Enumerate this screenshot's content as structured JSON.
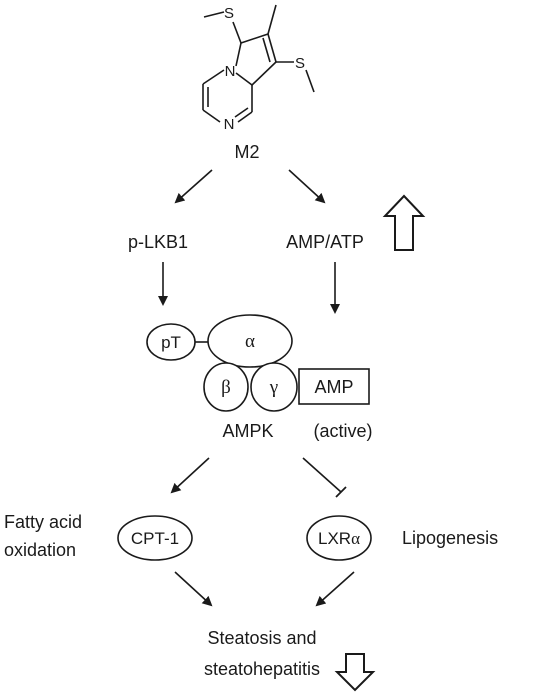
{
  "molecule": {
    "name": "M2",
    "ring_nitrogen_label": "N",
    "bridgehead_label": "N"
  },
  "upstream": {
    "left": "p-LKB1",
    "right": "AMP/ATP",
    "right_indicator": "up-arrow-outline"
  },
  "complex": {
    "phospho_label": "pT",
    "alpha": "α",
    "beta": "β",
    "gamma": "γ",
    "amp_box": "AMP",
    "name": "AMPK",
    "state": "(active)"
  },
  "targets": {
    "left_process_line1": "Fatty acid",
    "left_process_line2": "oxidation",
    "left_node": "CPT-1",
    "right_node_prefix": "LXR",
    "right_node_suffix": "α",
    "right_process": "Lipogenesis"
  },
  "outcome": {
    "line1": "Steatosis and",
    "line2": "steatohepatitis",
    "indicator": "down-arrow-outline"
  },
  "colors": {
    "ink": "#1a1a1a",
    "background": "#ffffff"
  }
}
